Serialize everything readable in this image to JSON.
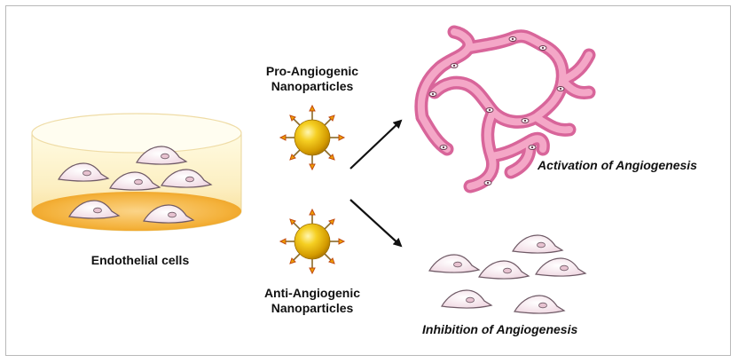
{
  "labels": {
    "endothelial": "Endothelial cells",
    "pro_line1": "Pro-Angiogenic",
    "pro_line2": "Nanoparticles",
    "anti_line1": "Anti-Angiogenic",
    "anti_line2": "Nanoparticles",
    "activation": "Activation of Angiogenesis",
    "inhibition": "Inhibition of Angiogenesis"
  },
  "colors": {
    "dish_body": "#fbf2c4",
    "dish_base": "#f6b63a",
    "vessel": "#ee8ab2",
    "cell_fill": "#f6e7ee",
    "cell_outline": "#6f5a66",
    "nanoparticle": "#e8b400",
    "arrow": "#111111"
  },
  "icons": [
    "culture-dish-icon",
    "nanoparticle-icon",
    "blood-vessel-network-icon",
    "endothelial-cell-icon",
    "arrow-icon"
  ]
}
